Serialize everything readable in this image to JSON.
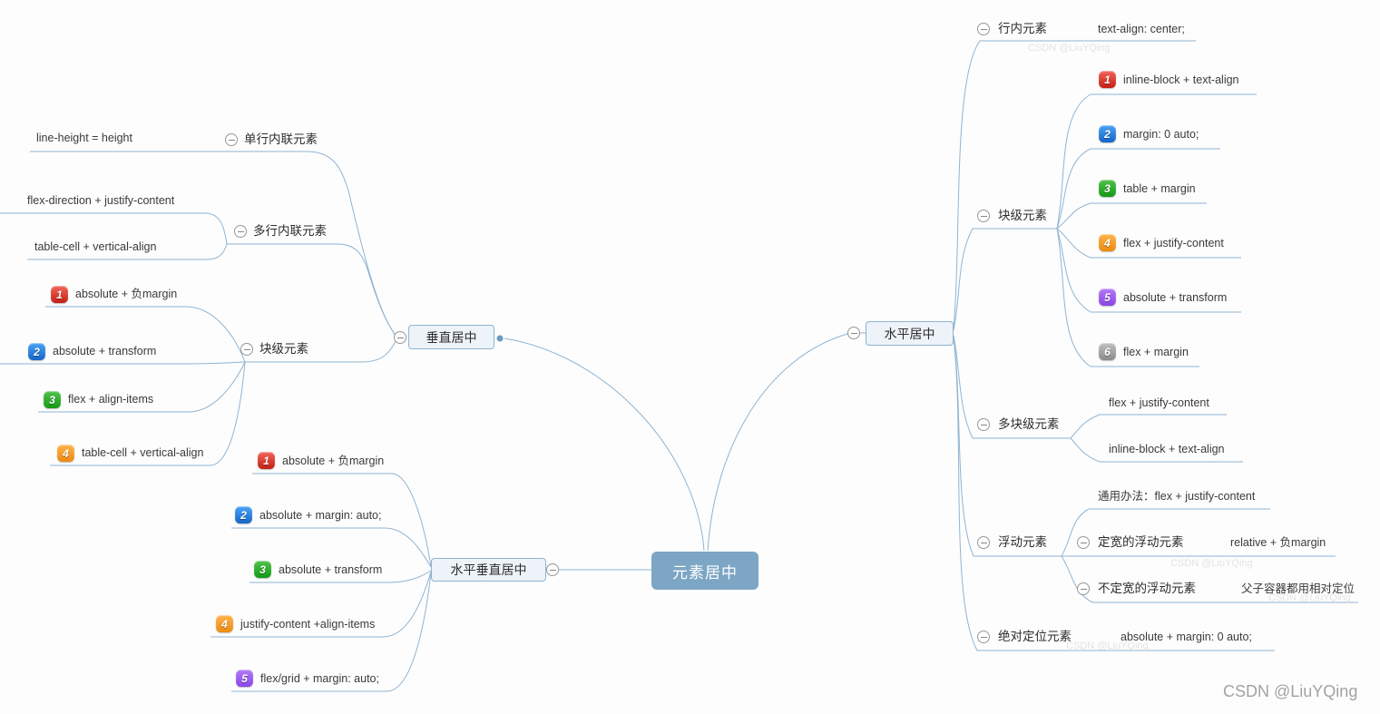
{
  "app": {
    "watermark": "CSDN @LiuYQing"
  },
  "root": {
    "label": "元素居中"
  },
  "left": {
    "vertical": {
      "label": "垂直居中",
      "single_inline": {
        "label": "单行内联元素",
        "method": "line-height = height"
      },
      "multi_inline": {
        "label": "多行内联元素",
        "methods": [
          {
            "label": "flex-direction + justify-content"
          },
          {
            "label": "table-cell + vertical-align"
          }
        ]
      },
      "block": {
        "label": "块级元素",
        "steps": [
          {
            "num": "1",
            "label": "absolute + 负margin"
          },
          {
            "num": "2",
            "label": "absolute + transform"
          },
          {
            "num": "3",
            "label": "flex + align-items"
          },
          {
            "num": "4",
            "label": "table-cell + vertical-align"
          }
        ]
      }
    },
    "both": {
      "label": "水平垂直居中",
      "steps": [
        {
          "num": "1",
          "label": "absolute + 负margin"
        },
        {
          "num": "2",
          "label": "absolute + margin: auto;"
        },
        {
          "num": "3",
          "label": "absolute + transform"
        },
        {
          "num": "4",
          "label": "justify-content +align-items"
        },
        {
          "num": "5",
          "label": "flex/grid + margin: auto;"
        }
      ]
    }
  },
  "right": {
    "horizontal": {
      "label": "水平居中",
      "inline": {
        "label": "行内元素",
        "method": "text-align: center;"
      },
      "block": {
        "label": "块级元素",
        "steps": [
          {
            "num": "1",
            "label": "inline-block + text-align"
          },
          {
            "num": "2",
            "label": "margin: 0 auto;"
          },
          {
            "num": "3",
            "label": "table + margin"
          },
          {
            "num": "4",
            "label": "flex + justify-content"
          },
          {
            "num": "5",
            "label": "absolute + transform"
          },
          {
            "num": "6",
            "label": "flex + margin"
          }
        ]
      },
      "multi_block": {
        "label": "多块级元素",
        "methods": [
          {
            "label": "flex + justify-content"
          },
          {
            "label": "inline-block + text-align"
          }
        ]
      },
      "float": {
        "label": "浮动元素",
        "general": "通用办法：flex + justify-content",
        "fixed_width": {
          "label": "定宽的浮动元素",
          "method": "relative + 负margin"
        },
        "auto_width": {
          "label": "不定宽的浮动元素",
          "method": "父子容器都用相对定位"
        }
      },
      "absolute": {
        "label": "绝对定位元素",
        "method": "absolute + margin: 0 auto;"
      }
    }
  }
}
